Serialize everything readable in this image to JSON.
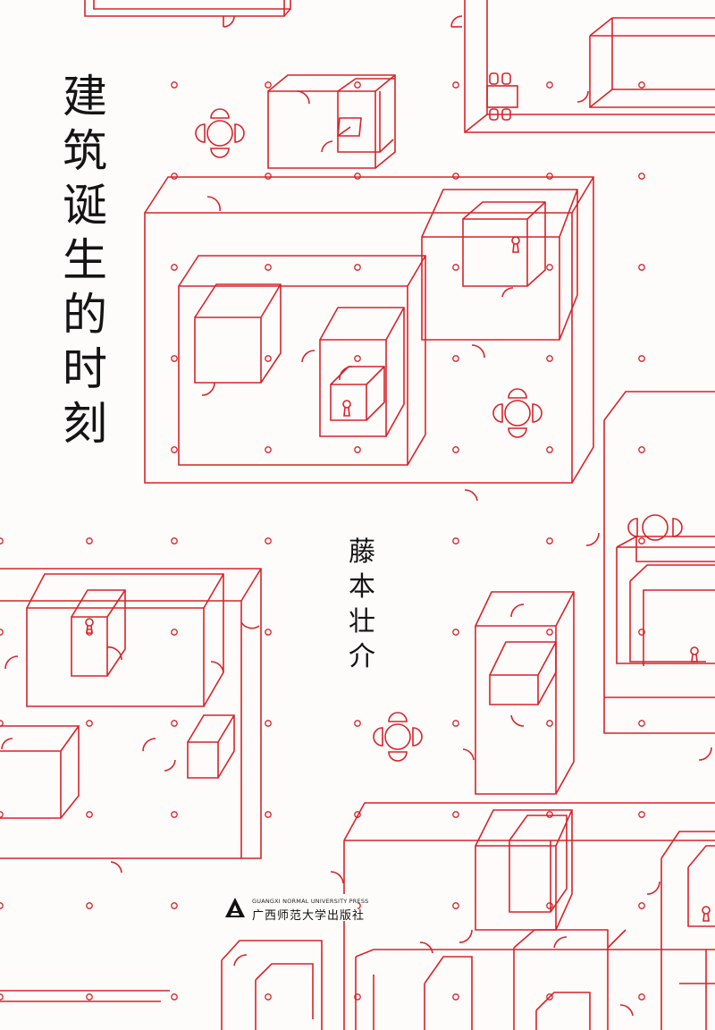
{
  "book": {
    "title_chars": [
      "建",
      "筑",
      "诞",
      "生",
      "的",
      "时",
      "刻"
    ],
    "author_chars": [
      "藤",
      "本",
      "壮",
      "介"
    ]
  },
  "publisher": {
    "name_en": "GUANGXI NORMAL UNIVERSITY PRESS",
    "name_cn": "广西师范大学出版社",
    "logo_icon": "triangle-a-logo-icon"
  },
  "colors": {
    "background": "#fdfcfa",
    "line": "#d8232a",
    "text": "#141414"
  },
  "illustration": {
    "name": "axonometric-floor-plan-illustration"
  }
}
